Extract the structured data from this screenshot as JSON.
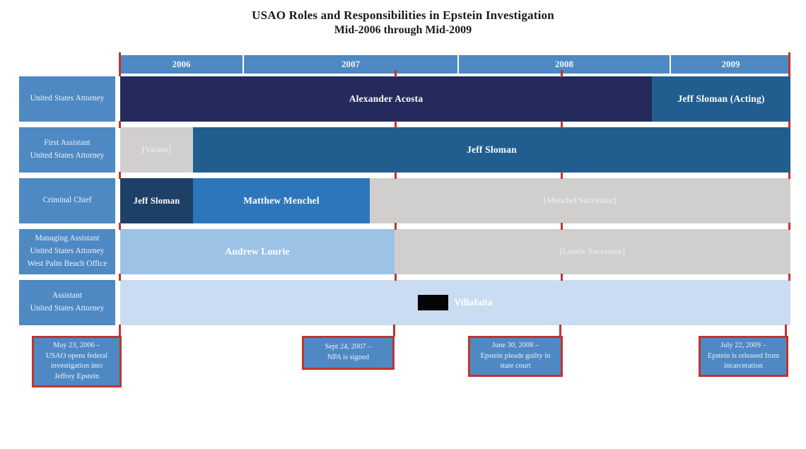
{
  "title": {
    "line1": "USAO Roles and Responsibilities in Epstein Investigation",
    "line2": "Mid-2006 through Mid-2009"
  },
  "years": [
    "2006",
    "2007",
    "2008",
    "2009"
  ],
  "rows": [
    {
      "label": "United States Attorney",
      "segments": [
        {
          "text": "Alexander Acosta"
        },
        {
          "text": "Jeff Sloman (Acting)"
        }
      ]
    },
    {
      "label": "First Assistant\nUnited States Attorney",
      "segments": [
        {
          "text": "[Vacant]"
        },
        {
          "text": "Jeff Sloman"
        }
      ]
    },
    {
      "label": "Criminal Chief",
      "segments": [
        {
          "text": "Jeff Sloman"
        },
        {
          "text": "Matthew Menchel"
        },
        {
          "text": "[Menchel Successor]"
        }
      ]
    },
    {
      "label": "Managing Assistant\nUnited States Attorney\nWest Palm Beach Office",
      "segments": [
        {
          "text": "Andrew Lourie"
        },
        {
          "text": "[Lourie Successor]"
        }
      ]
    },
    {
      "label": "Assistant\nUnited States Attorney",
      "segments": [
        {
          "text": "Villafaña"
        }
      ]
    }
  ],
  "events": [
    {
      "text": "May 23, 2006 –\nUSAO opens federal\ninvestigation into\nJeffrey Epstein"
    },
    {
      "text": "Sept 24, 2007 –\nNPA is signed"
    },
    {
      "text": "June 30, 2008 –\nEpstein pleads guilty in\nstate court"
    },
    {
      "text": "July 22, 2009 –\nEpstein is released from\nincarceration"
    }
  ],
  "colors": {
    "header_blue": "#4e89c4",
    "navy": "#242a5c",
    "dark_blue": "#215e8f",
    "steel_blue": "#1d4066",
    "medium_blue": "#2e76bb",
    "light_blue": "#9cc3e6",
    "pale_blue": "#c9dcf1",
    "vacant_gray": "#d1cfcd",
    "tick_red": "#c0342e",
    "redaction_black": "#050505",
    "text_white": "#ffffff"
  },
  "chart_data": {
    "type": "gantt",
    "title": "USAO Roles and Responsibilities in Epstein Investigation Mid-2006 through Mid-2009",
    "x_axis": {
      "unit": "years",
      "ticks": [
        "2006",
        "2007",
        "2008",
        "2009"
      ],
      "span": "Mid-2006 through Mid-2009"
    },
    "rows": [
      {
        "role": "United States Attorney",
        "segments": [
          {
            "name": "Alexander Acosta",
            "start_pct": 0,
            "end_pct": 79.3,
            "color": "#242a5c"
          },
          {
            "name": "Jeff Sloman (Acting)",
            "start_pct": 79.3,
            "end_pct": 100,
            "color": "#215e8f"
          }
        ]
      },
      {
        "role": "First Assistant United States Attorney",
        "segments": [
          {
            "name": "[Vacant]",
            "start_pct": 0,
            "end_pct": 10.9,
            "color": "#d1cfcd"
          },
          {
            "name": "Jeff Sloman",
            "start_pct": 10.9,
            "end_pct": 100,
            "color": "#215e8f"
          }
        ]
      },
      {
        "role": "Criminal Chief",
        "segments": [
          {
            "name": "Jeff Sloman",
            "start_pct": 0,
            "end_pct": 10.9,
            "color": "#1d4066"
          },
          {
            "name": "Matthew Menchel",
            "start_pct": 10.9,
            "end_pct": 37.2,
            "color": "#2e76bb"
          },
          {
            "name": "[Menchel Successor]",
            "start_pct": 37.2,
            "end_pct": 100,
            "color": "#d1cfcd"
          }
        ]
      },
      {
        "role": "Managing Assistant United States Attorney West Palm Beach Office",
        "segments": [
          {
            "name": "Andrew Lourie",
            "start_pct": 0,
            "end_pct": 40.9,
            "color": "#9cc3e6"
          },
          {
            "name": "[Lourie Successor]",
            "start_pct": 40.9,
            "end_pct": 100,
            "color": "#d1cfcd"
          }
        ]
      },
      {
        "role": "Assistant United States Attorney",
        "segments": [
          {
            "name": "[Redacted] Villafaña",
            "start_pct": 0,
            "end_pct": 100,
            "color": "#c9dcf1",
            "redacted_name_prefix": true
          }
        ]
      }
    ],
    "events": [
      {
        "date": "May 23, 2006",
        "label": "USAO opens federal investigation into Jeffrey Epstein",
        "timeline_pct": 0
      },
      {
        "date": "Sept 24, 2007",
        "label": "NPA is signed",
        "timeline_pct": 40.9
      },
      {
        "date": "June 30, 2008",
        "label": "Epstein pleads guilty in state court",
        "timeline_pct": 65.7
      },
      {
        "date": "July 22, 2009",
        "label": "Epstein is released from incarceration",
        "timeline_pct": 99.5
      }
    ]
  }
}
